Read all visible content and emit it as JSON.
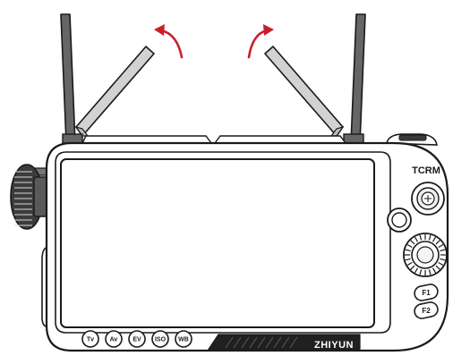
{
  "device": {
    "top_label": "TCRM",
    "brand": "ZHIYUN",
    "bottom_buttons": [
      {
        "id": "tv",
        "label": "Tv"
      },
      {
        "id": "av",
        "label": "Av"
      },
      {
        "id": "ev",
        "label": "EV"
      },
      {
        "id": "iso",
        "label": "ISO"
      },
      {
        "id": "wb",
        "label": "WB"
      }
    ],
    "function_buttons": [
      {
        "id": "f1",
        "label": "F1"
      },
      {
        "id": "f2",
        "label": "F2"
      }
    ]
  },
  "colors": {
    "outline": "#1a1a1a",
    "antenna": "#666666",
    "antenna_ghost": "#d2d2d2",
    "arrow": "#c8202c",
    "screen": "#ffffff",
    "grip_dark": "#202020"
  }
}
